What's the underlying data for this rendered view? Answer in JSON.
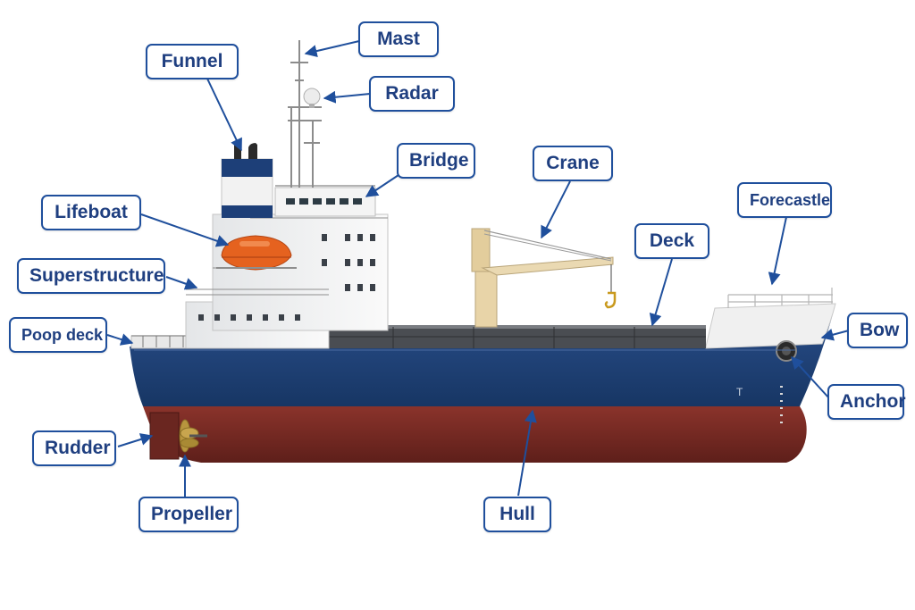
{
  "labels": {
    "mast": "Mast",
    "funnel": "Funnel",
    "radar": "Radar",
    "bridge": "Bridge",
    "crane": "Crane",
    "lifeboat": "Lifeboat",
    "forecastle": "Forecastle",
    "deck": "Deck",
    "superstructure": "Superstructure",
    "poop_deck": "Poop deck",
    "bow": "Bow",
    "anchor": "Anchor",
    "rudder": "Rudder",
    "propeller": "Propeller",
    "hull": "Hull"
  },
  "hull_marking": "T",
  "colors": {
    "label_border": "#1f4f9c",
    "label_text": "#1f3f80",
    "leader_line": "#1f4f9c",
    "hull_blue": "#1d3f78",
    "hull_red": "#7a2a24",
    "superstructure_white": "#f2f2f2",
    "lifeboat_orange": "#e5621f",
    "crane_beige": "#e8d4a8",
    "propeller_bronze": "#b8953e"
  }
}
